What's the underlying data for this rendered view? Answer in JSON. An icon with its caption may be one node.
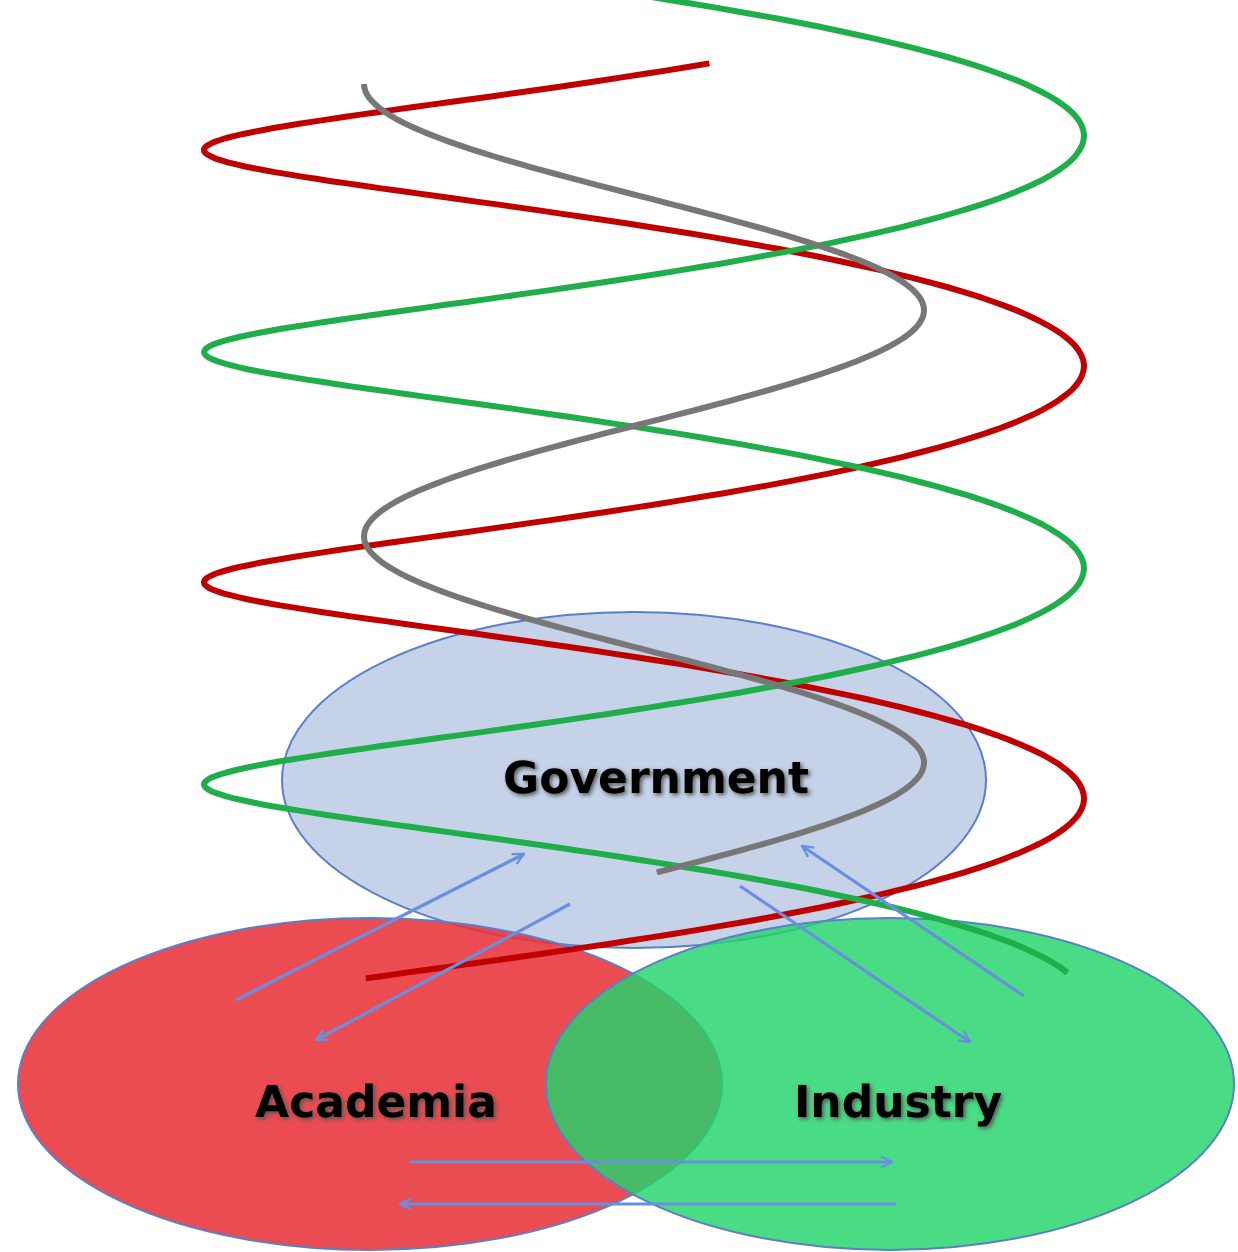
{
  "diagram": {
    "nodes": [
      {
        "text": [
          "Government"
        ]
      },
      {
        "text": [
          "Academia"
        ]
      },
      {
        "text": [
          "Industry"
        ]
      }
    ],
    "edges": [
      {
        "from": 1,
        "to": 0,
        "arrow": "to"
      },
      {
        "from": 0,
        "to": 1,
        "arrow": "to"
      },
      {
        "from": 0,
        "to": 2,
        "arrow": "to"
      },
      {
        "from": 2,
        "to": 0,
        "arrow": "to"
      },
      {
        "from": 1,
        "to": 2,
        "arrow": "to"
      },
      {
        "from": 2,
        "to": 1,
        "arrow": "to"
      }
    ]
  }
}
